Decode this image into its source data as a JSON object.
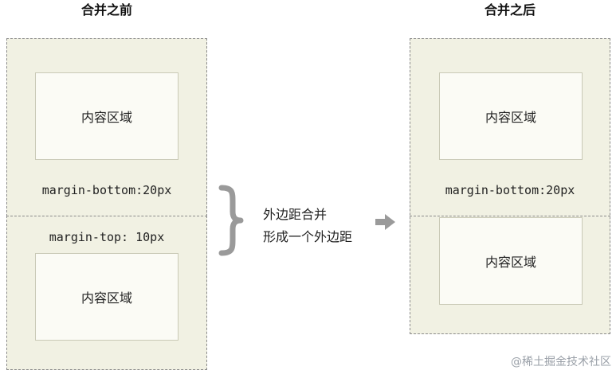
{
  "before": {
    "title": "合并之前",
    "top_box_content": "内容区域",
    "top_margin_label": "margin-bottom:20px",
    "bottom_margin_label": "margin-top: 10px",
    "bottom_box_content": "内容区域"
  },
  "merge_note": {
    "line1": "外边距合并",
    "line2": "形成一个外边距"
  },
  "after": {
    "title": "合并之后",
    "top_box_content": "内容区域",
    "margin_label": "margin-bottom:20px",
    "bottom_box_content": "内容区域"
  },
  "watermark": "@稀土掘金技术社区",
  "colors": {
    "margin_area": "#f1f1e3",
    "content_area": "#fbfbf5",
    "dashed_border": "#8a8a8a",
    "brace_and_arrow": "#9a9a9a"
  }
}
